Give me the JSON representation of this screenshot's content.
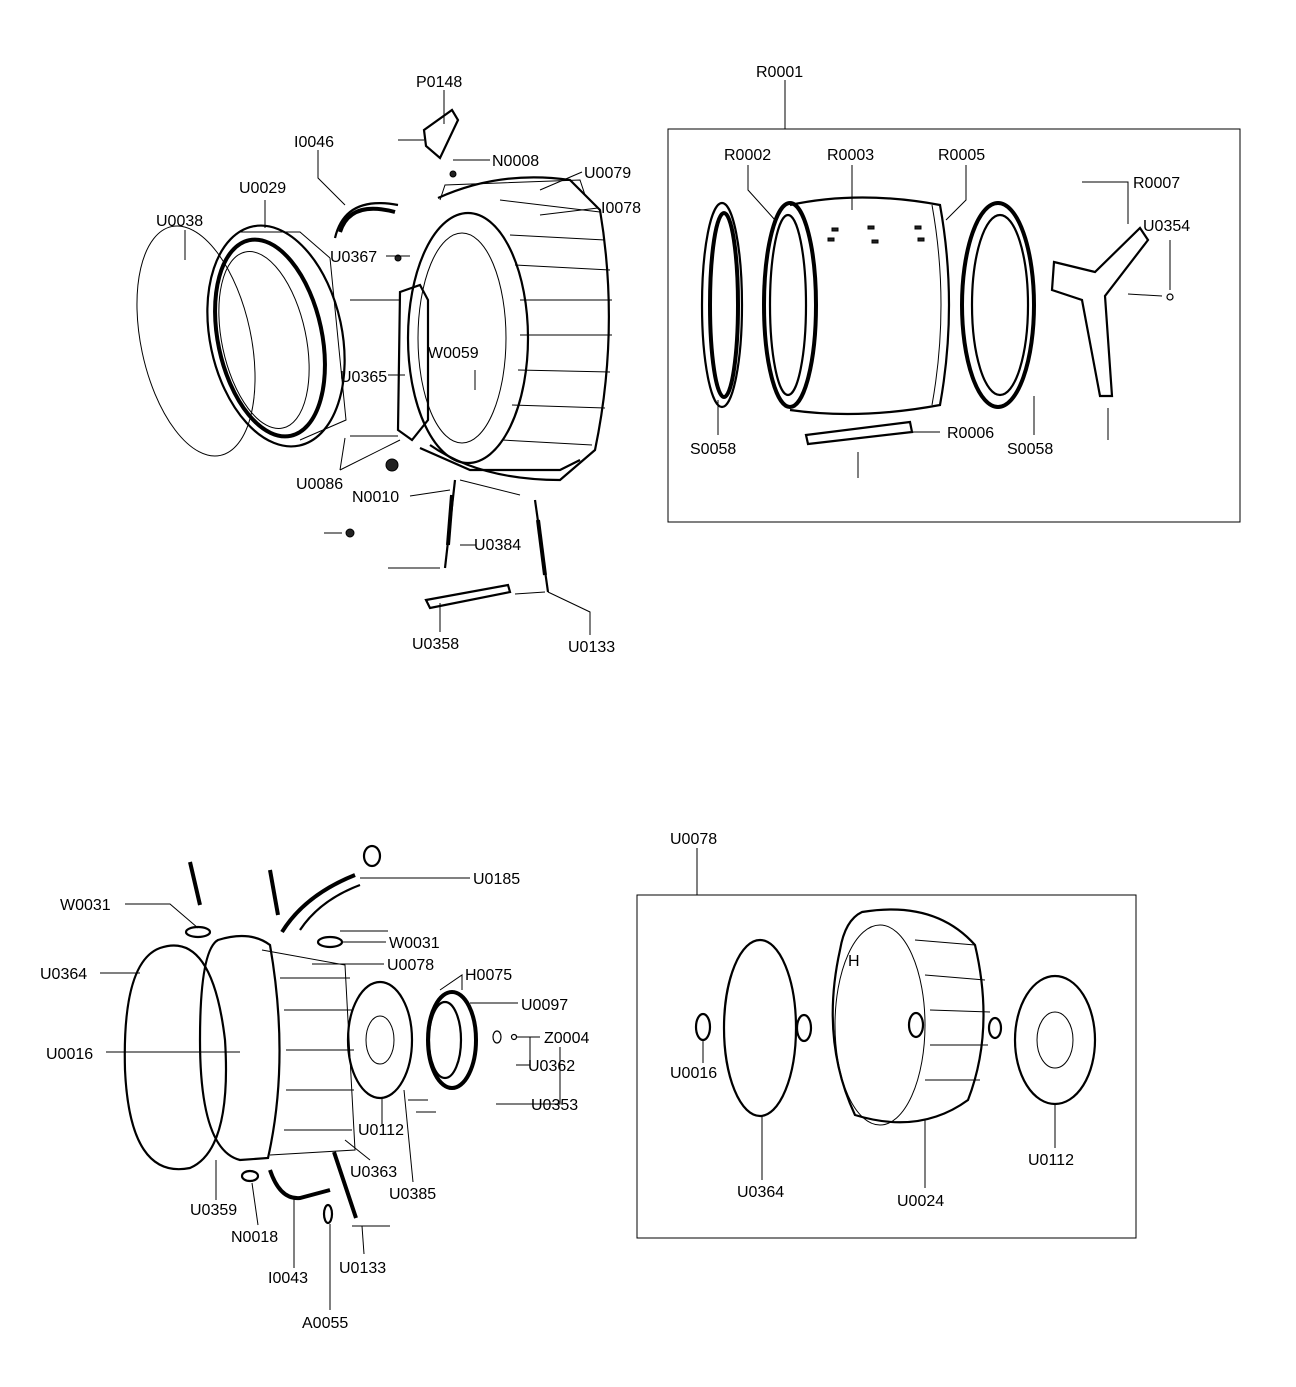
{
  "labels": {
    "p0148": "P0148",
    "i0046": "I0046",
    "n0008": "N0008",
    "u0079": "U0079",
    "i0078": "I0078",
    "u0029": "U0029",
    "u0038": "U0038",
    "u0367": "U0367",
    "u0365": "U0365",
    "w0059": "W0059",
    "u0086": "U0086",
    "n0010": "N0010",
    "u0384": "U0384",
    "u0358": "U0358",
    "u0133_top": "U0133",
    "r0001": "R0001",
    "r0002": "R0002",
    "r0003": "R0003",
    "r0005": "R0005",
    "r0007": "R0007",
    "u0354": "U0354",
    "s0058_left": "S0058",
    "r0006": "R0006",
    "s0058_right": "S0058",
    "u0185": "U0185",
    "w0031_left": "W0031",
    "w0031_right": "W0031",
    "u0364_left": "U0364",
    "u0078_left": "U0078",
    "h0075": "H0075",
    "u0097": "U0097",
    "z0004": "Z0004",
    "u0016_left": "U0016",
    "u0362": "U0362",
    "u0353": "U0353",
    "u0112_left": "U0112",
    "u0363": "U0363",
    "u0385": "U0385",
    "u0359": "U0359",
    "n0018": "N0018",
    "i0043": "I0043",
    "u0133_bottom": "U0133",
    "a0055": "A0055",
    "u0078_right": "U0078",
    "u0016_right": "U0016",
    "u0364_right": "U0364",
    "u0024": "U0024",
    "u0112_right": "U0112"
  }
}
